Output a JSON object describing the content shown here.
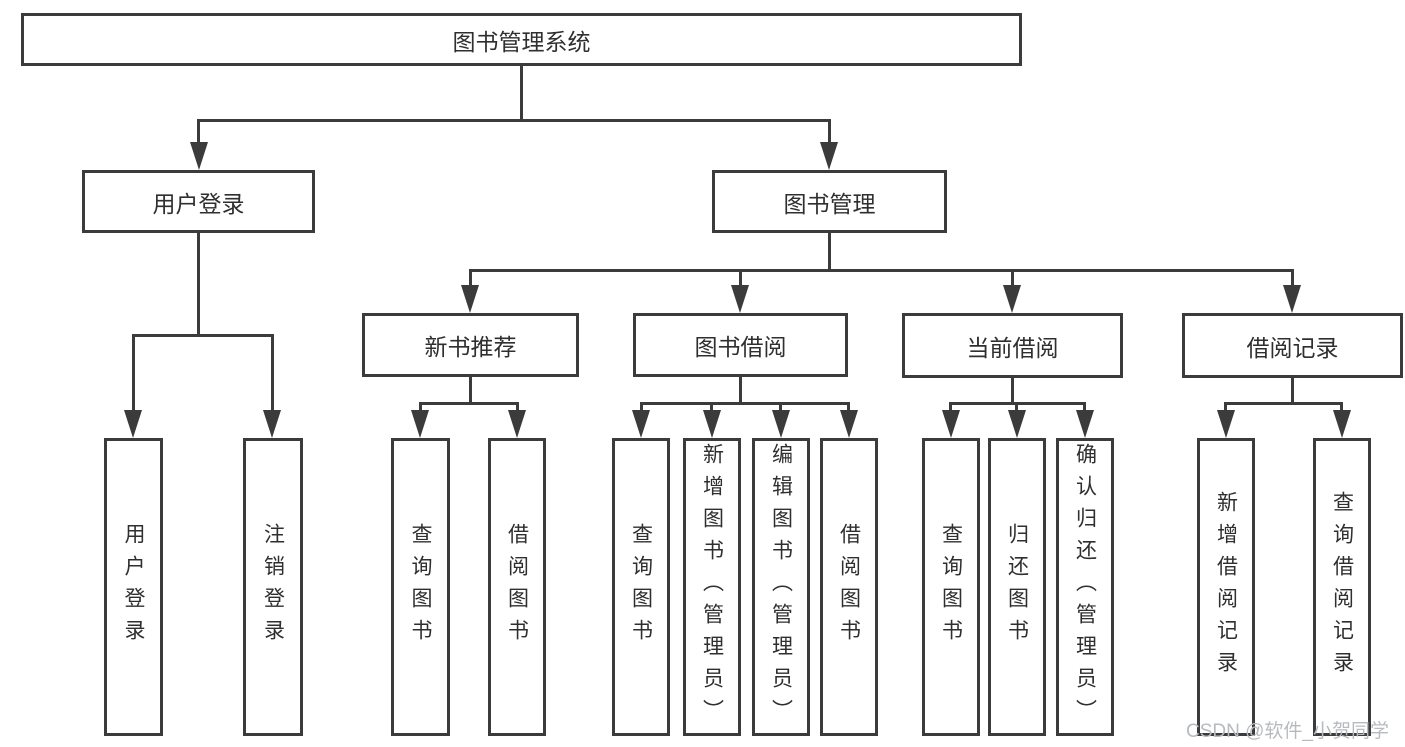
{
  "colors": {
    "line": "#3b3b3b",
    "background": "#ffffff",
    "text": "#2f2f2f",
    "watermark": "#b7bbc0"
  },
  "root": {
    "label": "图书管理系统"
  },
  "level2": [
    {
      "label": "用户登录"
    },
    {
      "label": "图书管理"
    }
  ],
  "level3": [
    {
      "label": "新书推荐",
      "parent": "图书管理"
    },
    {
      "label": "图书借阅",
      "parent": "图书管理"
    },
    {
      "label": "当前借阅",
      "parent": "图书管理"
    },
    {
      "label": "借阅记录",
      "parent": "图书管理"
    }
  ],
  "leaves": [
    {
      "label": "用户登录",
      "parent": "用户登录"
    },
    {
      "label": "注销登录",
      "parent": "用户登录"
    },
    {
      "label": "查询图书",
      "parent": "新书推荐"
    },
    {
      "label": "借阅图书",
      "parent": "新书推荐"
    },
    {
      "label": "查询图书",
      "parent": "图书借阅"
    },
    {
      "label": "新增图书（管理员）",
      "parent": "图书借阅"
    },
    {
      "label": "编辑图书（管理员）",
      "parent": "图书借阅"
    },
    {
      "label": "借阅图书",
      "parent": "图书借阅"
    },
    {
      "label": "查询图书",
      "parent": "当前借阅"
    },
    {
      "label": "归还图书",
      "parent": "当前借阅"
    },
    {
      "label": "确认归还（管理员）",
      "parent": "当前借阅"
    },
    {
      "label": "新增借阅记录",
      "parent": "借阅记录"
    },
    {
      "label": "查询借阅记录",
      "parent": "借阅记录"
    }
  ],
  "watermark": {
    "text": "CSDN @软件_小贺同学"
  }
}
